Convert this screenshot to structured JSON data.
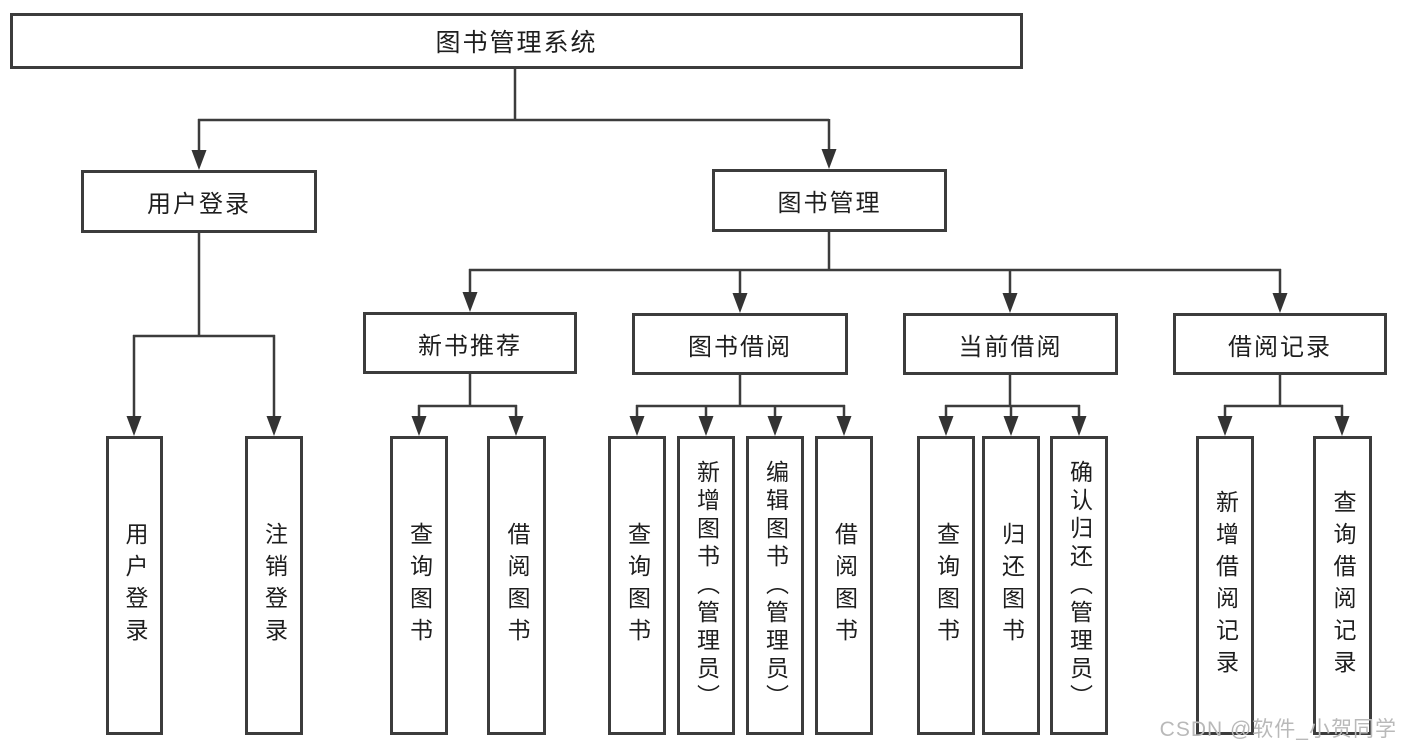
{
  "tree": {
    "label": "图书管理系统",
    "children": [
      {
        "label": "用户登录",
        "children": [
          {
            "label": "用户登录"
          },
          {
            "label": "注销登录"
          }
        ]
      },
      {
        "label": "图书管理",
        "children": [
          {
            "label": "新书推荐",
            "children": [
              {
                "label": "查询图书"
              },
              {
                "label": "借阅图书"
              }
            ]
          },
          {
            "label": "图书借阅",
            "children": [
              {
                "label": "查询图书"
              },
              {
                "label": "新增图书（管理员）"
              },
              {
                "label": "编辑图书（管理员）"
              },
              {
                "label": "借阅图书"
              }
            ]
          },
          {
            "label": "当前借阅",
            "children": [
              {
                "label": "查询图书"
              },
              {
                "label": "归还图书"
              },
              {
                "label": "确认归还（管理员）"
              }
            ]
          },
          {
            "label": "借阅记录",
            "children": [
              {
                "label": "新增借阅记录"
              },
              {
                "label": "查询借阅记录"
              }
            ]
          }
        ]
      }
    ]
  },
  "watermark": {
    "text": "CSDN @软件_小贺同学"
  },
  "colors": {
    "line": "#3c3c3c",
    "box_border": "#3c3c3c",
    "text": "#1e1e1e",
    "watermark": "#b9b9b9",
    "background": "#ffffff"
  }
}
